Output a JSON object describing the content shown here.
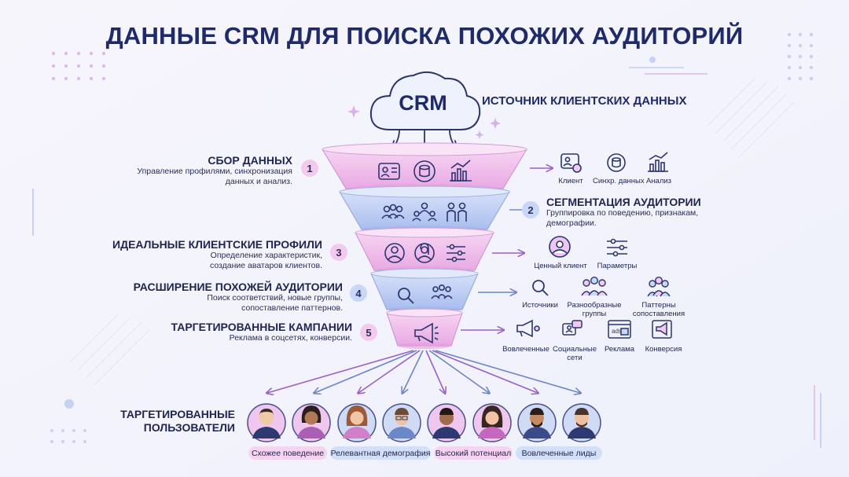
{
  "title": "ДАННЫЕ CRM ДЛЯ ПОИСКА ПОХОЖИХ АУДИТОРИЙ",
  "crm_label": "CRM",
  "source_label": "ИСТОЧНИК КЛИЕНТСКИХ ДАННЫХ",
  "colors": {
    "pink": "#f0b8ea",
    "blue": "#b7c8f1",
    "navy": "#1f2a6b",
    "accent_purple": "#9a5fc9"
  },
  "stages": [
    {
      "number": "1",
      "title": "СБОР ДАННЫХ",
      "desc_lines": [
        "Управление профилями, синхронизация",
        "данных и анализ."
      ],
      "icons": [
        {
          "icon": "profile-card-icon",
          "label": "Клиент"
        },
        {
          "icon": "database-sync-icon",
          "label": "Синхр. данных"
        },
        {
          "icon": "bar-chart-icon",
          "label": "Анализ"
        }
      ]
    },
    {
      "number": "2",
      "title": "СЕГМЕНТАЦИЯ АУДИТОРИИ",
      "desc_lines": [
        "Группировка по поведению, признакам,",
        "демографии."
      ],
      "icons": []
    },
    {
      "number": "3",
      "title": "ИДЕАЛЬНЫЕ КЛИЕНТСКИЕ ПРОФИЛИ",
      "desc_lines": [
        "Определение характеристик,",
        "создание аватаров клиентов."
      ],
      "icons": [
        {
          "icon": "ideal-client-icon",
          "label": "Ценный клиент"
        },
        {
          "icon": "sliders-icon",
          "label": "Параметры"
        }
      ]
    },
    {
      "number": "4",
      "title": "РАСШИРЕНИЕ ПОХОЖЕЙ АУДИТОРИИ",
      "desc_lines": [
        "Поиск соответствий, новые группы,",
        "сопоставление паттернов."
      ],
      "icons": [
        {
          "icon": "search-icon",
          "label": "Источники"
        },
        {
          "icon": "diverse-groups-icon",
          "label": "Разнообразные группы"
        },
        {
          "icon": "pattern-group-icon",
          "label": "Паттерны сопоставления"
        }
      ]
    },
    {
      "number": "5",
      "title": "ТАРГЕТИРОВАННЫЕ КАМПАНИИ",
      "desc_lines": [
        "Реклама в соцсетях, конверсии."
      ],
      "icons": [
        {
          "icon": "megaphone-icon",
          "label": "Вовлеченные"
        },
        {
          "icon": "social-chat-icon",
          "label": "Социальные сети"
        },
        {
          "icon": "ads-screen-icon",
          "label": "Реклама"
        },
        {
          "icon": "conversion-megaphone-icon",
          "label": "Конверсия"
        }
      ]
    }
  ],
  "users": {
    "title_lines": [
      "ТАРГЕТИРОВАННЫЕ",
      "ПОЛЬЗОВАТЕЛИ"
    ],
    "tags": [
      "Схожее поведение",
      "Релевантная демография",
      "Высокий потенциал",
      "Вовлеченные лиды"
    ]
  }
}
